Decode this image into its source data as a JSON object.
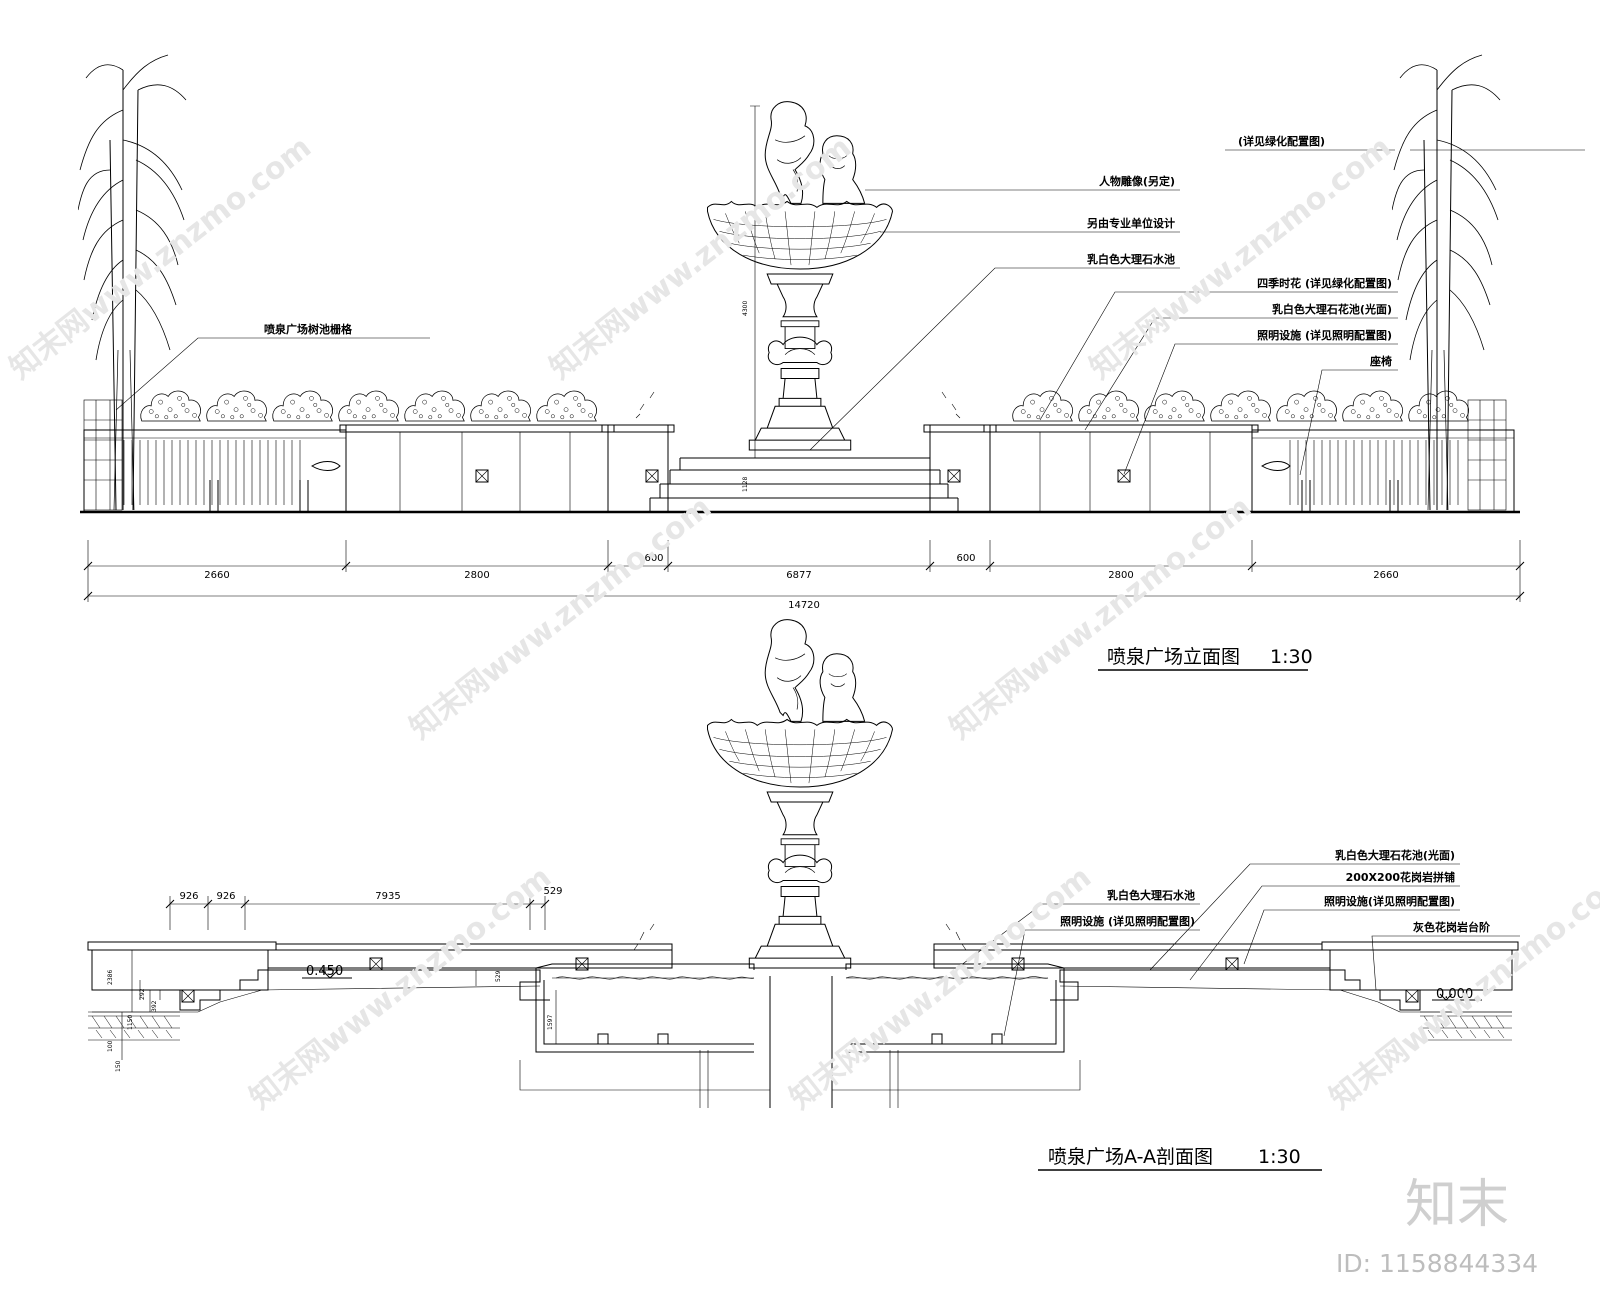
{
  "elevation": {
    "title": "喷泉广场立面图",
    "scale": "1:30",
    "labels": {
      "tree_grate": "喷泉广场树池栅格",
      "planting_ref": "(详见绿化配置图)",
      "sculpture": "人物雕像(另定)",
      "other_designer": "另由专业单位设计",
      "marble_pool": "乳白色大理石水池",
      "seasonal_flowers": "四季时花 (详见绿化配置图)",
      "marble_planter": "乳白色大理石花池(光面)",
      "lighting": "照明设施 (详见照明配置图)",
      "bench": "座椅"
    },
    "dims": {
      "seg1": "2660",
      "seg2": "2800",
      "seg3": "600",
      "seg4": "6877",
      "seg5": "600",
      "seg6": "2800",
      "seg7": "2660",
      "total": "14720",
      "height": "4300",
      "step": "1128"
    }
  },
  "section": {
    "title": "喷泉广场A-A剖面图",
    "scale": "1:30",
    "labels": {
      "marble_planter": "乳白色大理石花池(光面)",
      "granite_paving": "200X200花岗岩拼铺",
      "marble_pool": "乳白色大理石水池",
      "lighting_left": "照明设施 (详见照明配置图)",
      "lighting_right": "照明设施(详见照明配置图)",
      "granite_steps": "灰色花岗岩台阶"
    },
    "dims": {
      "d1": "926",
      "d2": "926",
      "d3": "7935",
      "d4": "529",
      "elev_high": "0.450",
      "elev_zero": "0.000",
      "v1": "2386",
      "v2": "1150",
      "v3": "292",
      "v4": "392",
      "v5": "100",
      "v6": "150",
      "v7": "529",
      "v8": "1597"
    }
  },
  "watermark": {
    "text": "知末网www.znzmo.com",
    "logo": "知末",
    "id": "ID: 1158844334"
  }
}
